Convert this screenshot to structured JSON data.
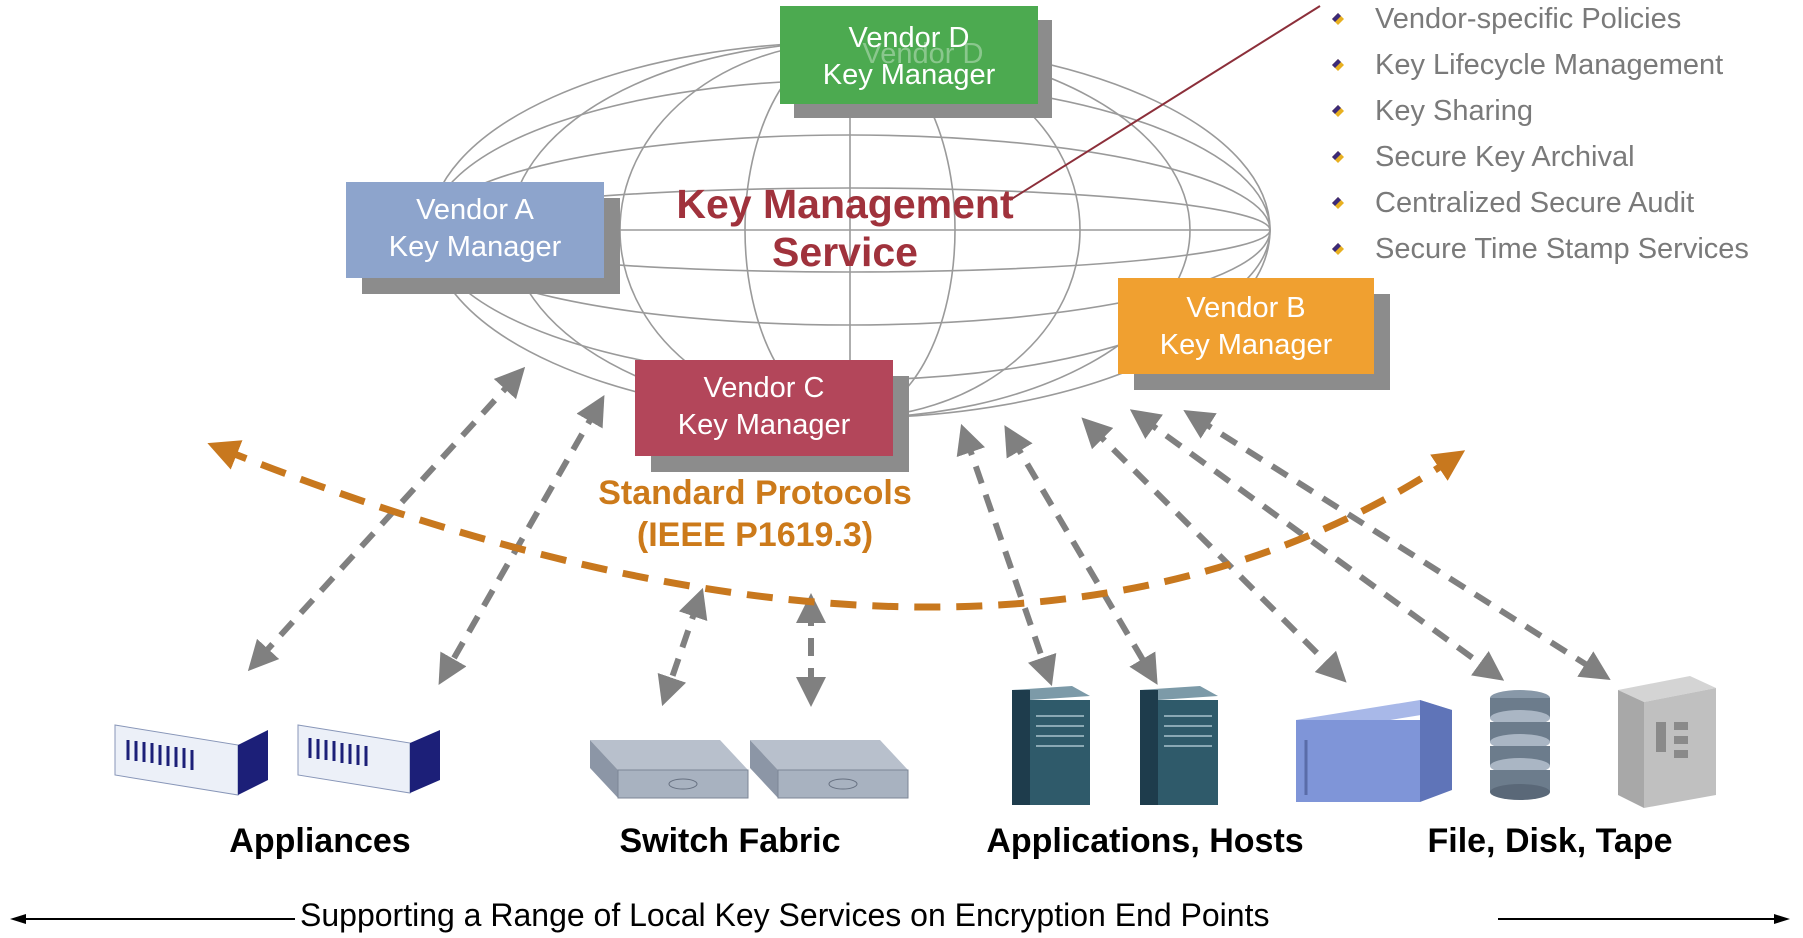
{
  "service": {
    "line1": "Key Management",
    "line2": "Service"
  },
  "vendors": {
    "a": {
      "line1": "Vendor A",
      "line2": "Key Manager",
      "color": "#8da4cc"
    },
    "b": {
      "line1": "Vendor B",
      "line2": "Key Manager",
      "color": "#f0a030"
    },
    "c": {
      "line1": "Vendor C",
      "line2": "Key Manager",
      "color": "#b3465a"
    },
    "d": {
      "line1": "Vendor D",
      "line2": "Key Manager",
      "color": "#4caa50"
    }
  },
  "features": [
    "Vendor-specific Policies",
    "Key Lifecycle Management",
    "Key Sharing",
    "Secure Key Archival",
    "Centralized Secure Audit",
    "Secure Time Stamp Services"
  ],
  "protocols": {
    "line1": "Standard Protocols",
    "line2": "(IEEE P1619.3)",
    "color": "#cc7a1a"
  },
  "categories": {
    "appliances": "Appliances",
    "switch_fabric": "Switch Fabric",
    "applications_hosts": "Applications, Hosts",
    "file_disk_tape": "File, Disk, Tape"
  },
  "footer": "Supporting a Range of Local Key Services on Encryption End Points",
  "icons": [
    "appliance-icon",
    "switch-icon",
    "server-tower-icon",
    "storage-array-icon",
    "disk-stack-icon",
    "tape-library-icon"
  ],
  "colors": {
    "arrow_gray": "#808080",
    "arc_orange": "#c8781e",
    "bullet_purple": "#3c2a78",
    "bullet_gold": "#e8b020",
    "globe_line": "#9a9a9a"
  }
}
